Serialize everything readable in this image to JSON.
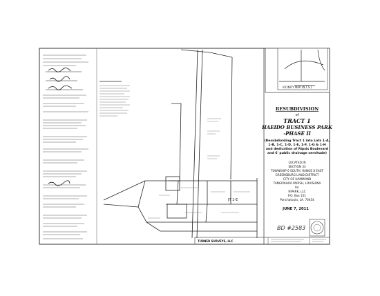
{
  "title_block": {
    "heading": "RESUBDIVISION",
    "of": "of",
    "tract": "TRACT 1",
    "park_name": "HAEIDO BUSINESS PARK",
    "phase": "-PHASE II",
    "description_1": "(Resubdividing Tract 1 into Lots 1-A,",
    "description_2": "1-B, 1-C, 1-D, 1-E, 1-F, 1-G & 1-H",
    "description_3": "and dedication of Ripsis Boulevard",
    "description_4": "and 6' public drainage servitude)",
    "located_in": "LOCATED IN",
    "section": "SECTION 33",
    "township": "TOWNSHIP 6 SOUTH, RANGE 8 EAST",
    "district": "GREENSBURG LAND DISTRICT",
    "city": "CITY OF HAMMOND",
    "parish": "TANGIPAHOA PARISH, LOUISIANA",
    "for": "for",
    "owner": "RIPARK, LLC",
    "po_box": "P.O. Box 101",
    "owner_city": "Ponchatoula, LA. 70454",
    "date": "JUNE 7, 2011"
  },
  "vicinity_map": {
    "caption": "VICINITY MAP (N.T.S.)"
  },
  "plat": {
    "handwritten_note": "BD #2583"
  },
  "footer": {
    "firm": "TURNER SURVEYS, LLC"
  }
}
